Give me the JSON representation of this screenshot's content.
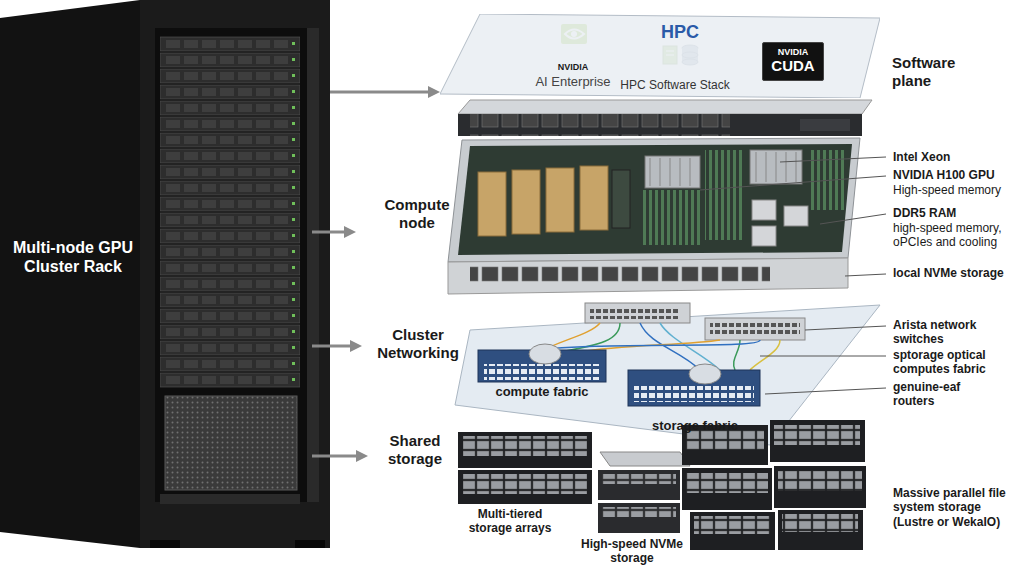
{
  "diagram": {
    "nodes": [
      {
        "text": [
          "Multi-node GPU Cluster Rack"
        ]
      },
      {
        "text": [
          "NVIDIA",
          "AI Enterprise",
          "HPC",
          "HPC Software Stack",
          "Software plane"
        ]
      },
      {
        "text": [
          "NVIDIA",
          "CUDA"
        ],
        "in": 1
      }
    ],
    "edges": [
      {
        "from": 0,
        "to": 1,
        "arrow": "to"
      }
    ],
    "labels": [
      "Compute node",
      "Cluster Networking",
      "Shared storage",
      "Intel Xeon",
      "NVIDIA H100 GPU",
      "High-speed memory",
      "DDR5 RAM",
      "high-speed memory, oPCIes and cooling",
      "local NVMe storage",
      "Arista network switches",
      "sptorage optical computes fabric",
      "genuine-eaf routers",
      "compute fabric",
      "storage fabric",
      "Multi-tiered storage arrays",
      "High-speed NVMe storage",
      "Massive parallel file system storage (Lustre or WekaIO)"
    ]
  }
}
